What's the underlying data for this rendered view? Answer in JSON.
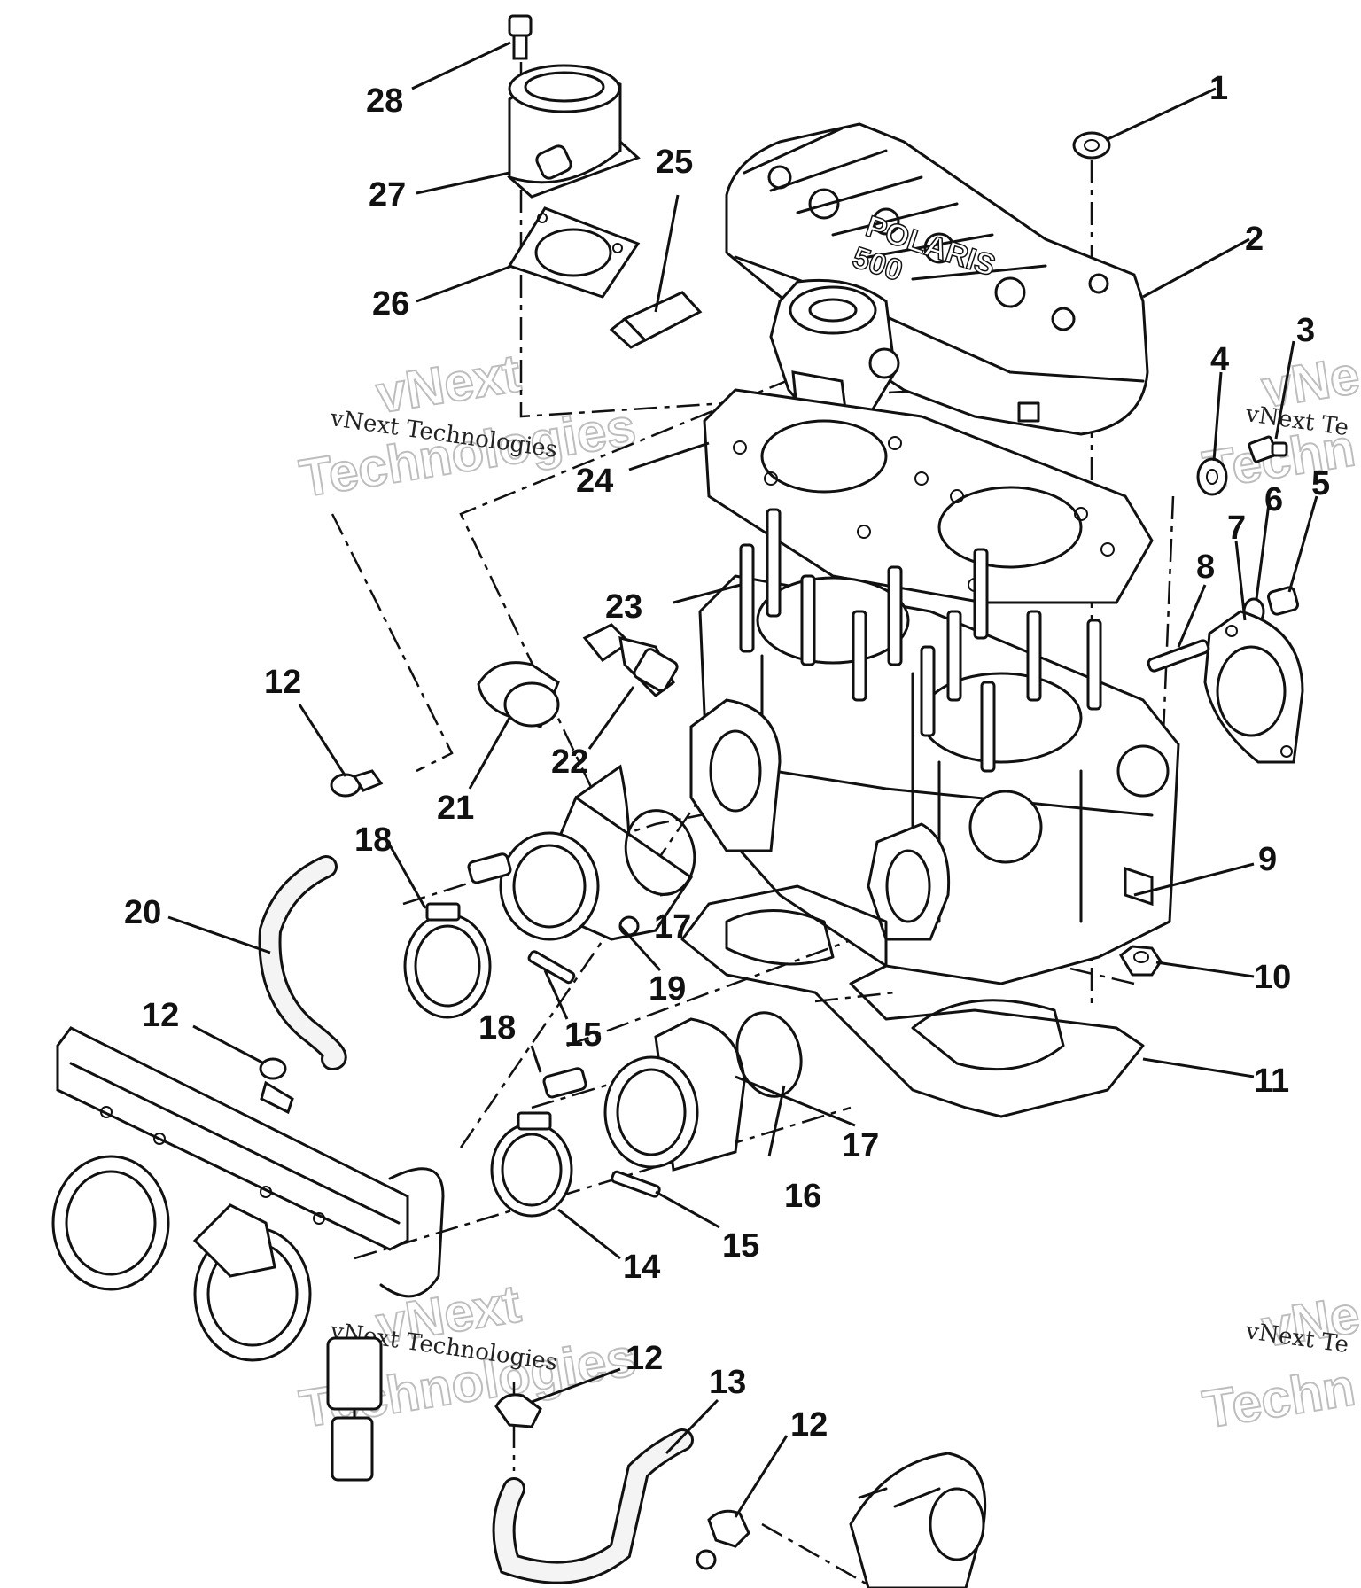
{
  "engine_markings": [
    "POLARIS",
    "500"
  ],
  "watermarks": [
    {
      "small": "vNext Technologies",
      "big": "vNext",
      "big2": "Technologies"
    },
    {
      "small": "vNext Te",
      "big": "vNe",
      "big2": "Techn"
    },
    {
      "small": "vNext Technologies",
      "big": "vNext",
      "big2": "Technologies"
    },
    {
      "small": "vNext Te",
      "big": "vNe",
      "big2": "Techn"
    }
  ],
  "callouts": [
    {
      "id": "1",
      "label": "1"
    },
    {
      "id": "2",
      "label": "2"
    },
    {
      "id": "3",
      "label": "3"
    },
    {
      "id": "4",
      "label": "4"
    },
    {
      "id": "5",
      "label": "5"
    },
    {
      "id": "6",
      "label": "6"
    },
    {
      "id": "7",
      "label": "7"
    },
    {
      "id": "8",
      "label": "8"
    },
    {
      "id": "9",
      "label": "9"
    },
    {
      "id": "10",
      "label": "10"
    },
    {
      "id": "11",
      "label": "11"
    },
    {
      "id": "12a",
      "label": "12"
    },
    {
      "id": "12b",
      "label": "12"
    },
    {
      "id": "12c",
      "label": "12"
    },
    {
      "id": "12d",
      "label": "12"
    },
    {
      "id": "13",
      "label": "13"
    },
    {
      "id": "14",
      "label": "14"
    },
    {
      "id": "15a",
      "label": "15"
    },
    {
      "id": "15b",
      "label": "15"
    },
    {
      "id": "16",
      "label": "16"
    },
    {
      "id": "17a",
      "label": "17"
    },
    {
      "id": "17b",
      "label": "17"
    },
    {
      "id": "18a",
      "label": "18"
    },
    {
      "id": "18b",
      "label": "18"
    },
    {
      "id": "19",
      "label": "19"
    },
    {
      "id": "20",
      "label": "20"
    },
    {
      "id": "21",
      "label": "21"
    },
    {
      "id": "22",
      "label": "22"
    },
    {
      "id": "23",
      "label": "23"
    },
    {
      "id": "24",
      "label": "24"
    },
    {
      "id": "25",
      "label": "25"
    },
    {
      "id": "26",
      "label": "26"
    },
    {
      "id": "27",
      "label": "27"
    },
    {
      "id": "28",
      "label": "28"
    }
  ]
}
